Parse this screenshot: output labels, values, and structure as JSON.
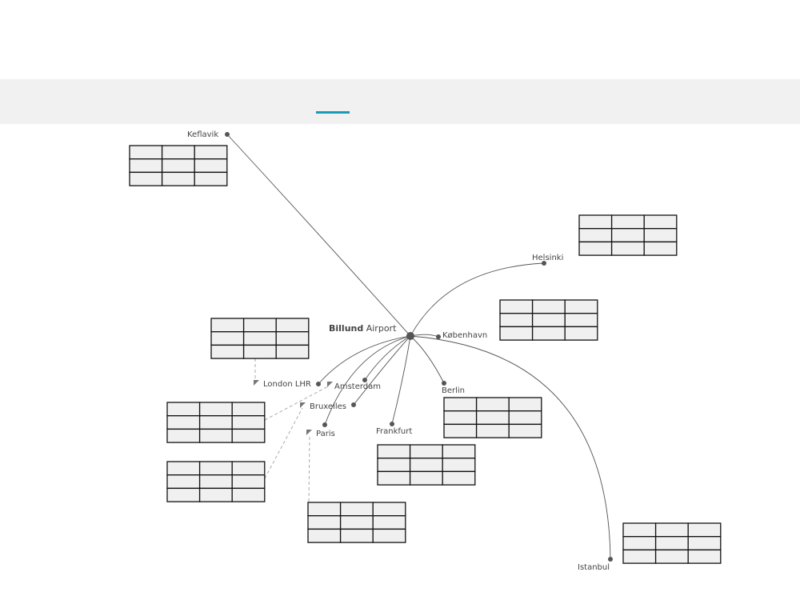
{
  "hub": {
    "bold": "Billund",
    "rest": " Airport"
  },
  "accent": "#1a9bb5",
  "destinations": [
    "Keflavik",
    "Helsinki",
    "København",
    "London LHR",
    "Amsterdam",
    "Bruxelles",
    "Paris",
    "Frankfurt",
    "Berlin",
    "Istanbul"
  ]
}
